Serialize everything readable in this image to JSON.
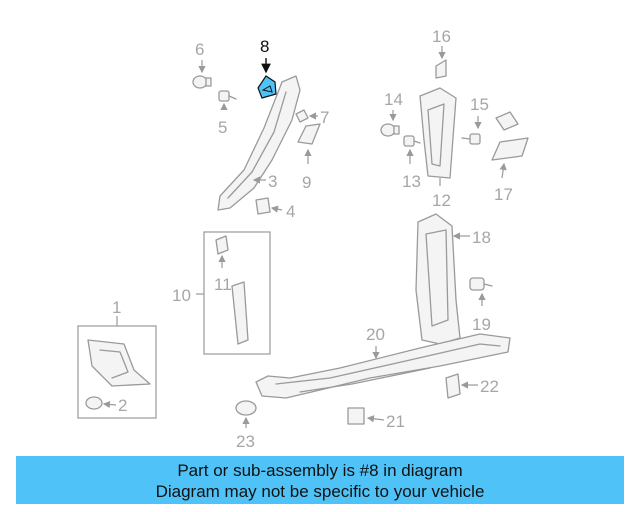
{
  "highlight_color": "#4fc3f7",
  "highlighted_part": "8",
  "labels": {
    "p1": "1",
    "p2": "2",
    "p3": "3",
    "p4": "4",
    "p5": "5",
    "p6": "6",
    "p7": "7",
    "p8": "8",
    "p9": "9",
    "p10": "10",
    "p11": "11",
    "p12": "12",
    "p13": "13",
    "p14": "14",
    "p15": "15",
    "p16": "16",
    "p17": "17",
    "p18": "18",
    "p19": "19",
    "p20": "20",
    "p21": "21",
    "p22": "22",
    "p23": "23"
  },
  "banner": {
    "line1": "Part or sub-assembly is #8 in diagram",
    "line2": "Diagram may not be specific to your vehicle"
  }
}
